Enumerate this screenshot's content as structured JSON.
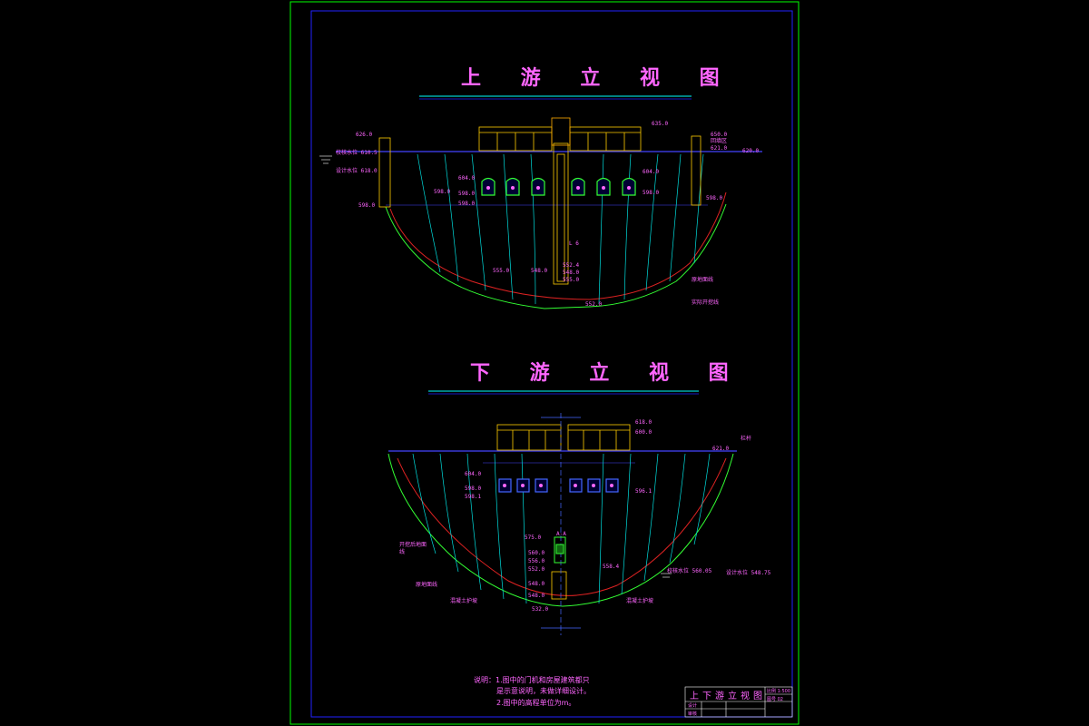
{
  "drawing": {
    "top_title": "上 游 立 视 图",
    "bottom_title": "下 游 立 视 图"
  },
  "upstream": {
    "labels": {
      "el_left_top": "626.0",
      "water_level_1": "校核水位 610.5",
      "water_level_2": "设计水位 618.0",
      "el_left_bottom": "598.0",
      "el_right_top1": "650.0",
      "el_right_label": "回填区",
      "el_right_top2": "621.0",
      "el_far_right": "620.0",
      "el_right_bottom": "598.0",
      "el_crest_mid": "635.0",
      "gate_el_1": "604.0",
      "gate_el_2": "598.0",
      "gate_el_3": "598.0",
      "gate_el_4": "604.0",
      "gate_el_5": "598.0",
      "left_mid_el": "598.0",
      "shaft_label": "L 6",
      "bottom_el_1": "555.0",
      "bottom_el_2": "548.0",
      "bottom_el_3": "552.4",
      "bottom_el_4": "548.0",
      "bottom_el_5": "555.0",
      "bottom_el_6": "552.0",
      "note_right_1": "原地面线",
      "note_right_2": "实际开挖线"
    }
  },
  "downstream": {
    "labels": {
      "top_el_1": "618.0",
      "top_el_2": "600.0",
      "right_label": "栏杆",
      "right_el": "621.0",
      "left_gate_el_1": "604.0",
      "left_gate_el_2": "598.0",
      "left_gate_el_3": "598.1",
      "right_gate_el": "596.1",
      "shaft_mark": "A-A",
      "col_el_1": "575.0",
      "col_el_2": "560.0",
      "col_el_3": "556.0",
      "col_el_4": "552.0",
      "col_el_5": "548.0",
      "col_el_6": "548.0",
      "col_el_bottom": "532.0",
      "right_mid_el": "558.4",
      "left_note_1": "开挖后地面",
      "left_note_2": "线",
      "left_note_3": "原地面线",
      "left_note_4": "混凝土护坡",
      "right_note_1": "混凝土护坡",
      "right_note_water1": "校核水位 560.05",
      "right_note_water2": "设计水位 548.75"
    }
  },
  "notes": {
    "line1": "说明：1.图中的门机和房屋建筑都只",
    "line2": "是示意说明，未做详细设计。",
    "line3": "2.图中的高程单位为m。"
  },
  "title_block": {
    "drawing_name": "上下游立视图",
    "scale_label": "比例 1:500",
    "sheet_label": "图号 02",
    "designer_label": "设计",
    "checker_label": "审核"
  }
}
